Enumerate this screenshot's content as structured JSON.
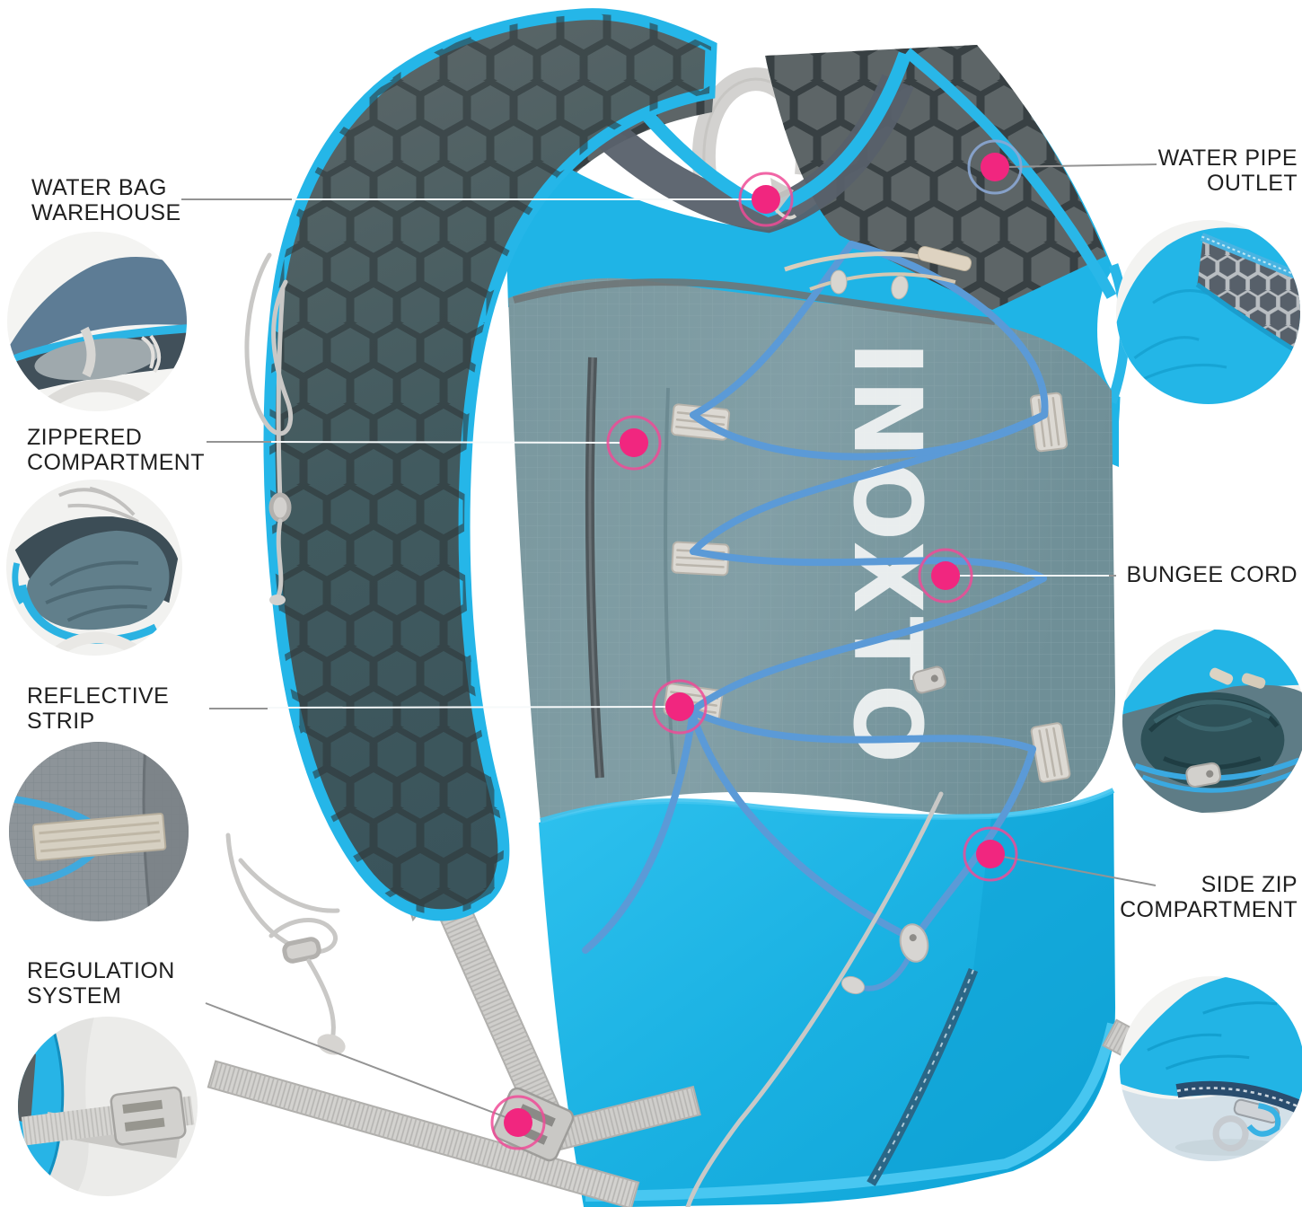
{
  "product": {
    "brand_logo": "INOXTO"
  },
  "callouts": {
    "water_bag_warehouse": {
      "label": "WATER BAG\nWAREHOUSE"
    },
    "zippered_compartment": {
      "label": "ZIPPERED\nCOMPARTMENT"
    },
    "reflective_strip": {
      "label": "REFLECTIVE\nSTRIP"
    },
    "regulation_system": {
      "label": "REGULATION\nSYSTEM"
    },
    "water_pipe_outlet": {
      "label": "WATER PIPE\nOUTLET"
    },
    "bungee_cord": {
      "label": "BUNGEE CORD"
    },
    "side_zip_compartment": {
      "label": "SIDE ZIP\nCOMPARTMENT"
    }
  },
  "colors": {
    "accent_pink": "#F1267F",
    "marker_ring": "#EF4B96",
    "marker_ring_blue": "#8BA7D4",
    "label_text": "#202020",
    "callout_line": "#949494",
    "cyan": "#1FB4E6",
    "pouch_cyan": "#19B0E1",
    "teal_body": "#7E9AA1",
    "mesh_dark": "#5D6568",
    "bungee_blue": "#5B9AD7",
    "webbing_gray": "#CFCECB",
    "logo_white": "#F2F4F4"
  }
}
